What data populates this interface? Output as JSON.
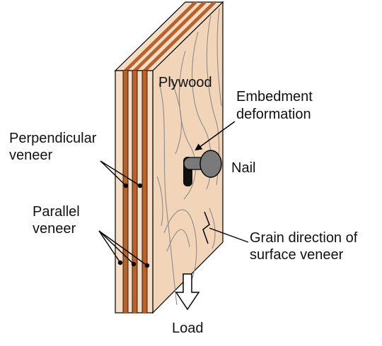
{
  "labels": {
    "plywood": "Plywood",
    "embedment_line1": "Embedment",
    "embedment_line2": "deformation",
    "nail": "Nail",
    "perpendicular_line1": "Perpendicular",
    "perpendicular_line2": "veneer",
    "parallel_line1": "Parallel",
    "parallel_line2": "veneer",
    "grain_line1": "Grain direction of",
    "grain_line2": "surface veneer",
    "load": "Load"
  },
  "colors": {
    "face_wood": "#f2d4b8",
    "edge_light": "#f5dcc4",
    "edge_dark": "#b8632e",
    "grain": "#8c8c8c",
    "nail": "#7a7a7a",
    "outline": "#000000",
    "text": "#111111"
  }
}
